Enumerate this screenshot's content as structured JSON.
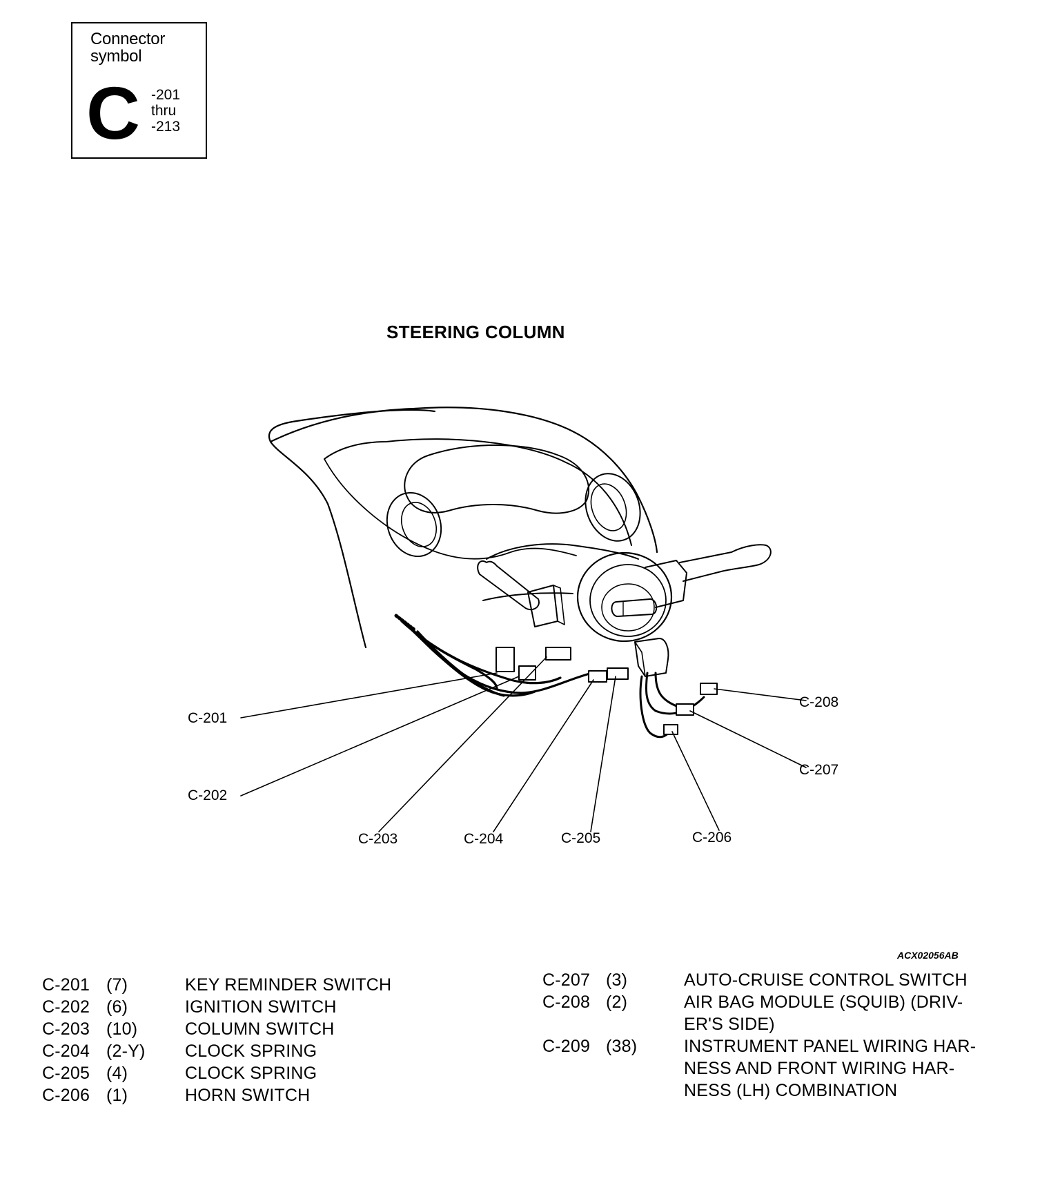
{
  "symbol": {
    "caption_line1": "Connector",
    "caption_line2": "symbol",
    "letter": "C",
    "range_line1": "-201",
    "range_line2": "thru",
    "range_line3": "-213"
  },
  "title": "STEERING COLUMN",
  "callouts": {
    "c201": "C-201",
    "c202": "C-202",
    "c203": "C-203",
    "c204": "C-204",
    "c205": "C-205",
    "c206": "C-206",
    "c207": "C-207",
    "c208": "C-208"
  },
  "figure_code": "ACX02056AB",
  "legend_left": [
    {
      "id": "C-201",
      "pins": "(7)",
      "desc": "KEY REMINDER SWITCH"
    },
    {
      "id": "C-202",
      "pins": "(6)",
      "desc": "IGNITION SWITCH"
    },
    {
      "id": "C-203",
      "pins": "(10)",
      "desc": "COLUMN SWITCH"
    },
    {
      "id": "C-204",
      "pins": "(2-Y)",
      "desc": "CLOCK SPRING"
    },
    {
      "id": "C-205",
      "pins": "(4)",
      "desc": "CLOCK SPRING"
    },
    {
      "id": "C-206",
      "pins": "(1)",
      "desc": "HORN SWITCH"
    }
  ],
  "legend_right": [
    {
      "id": "C-207",
      "pins": "(3)",
      "desc_lines": [
        "AUTO-CRUISE CONTROL SWITCH"
      ]
    },
    {
      "id": "C-208",
      "pins": "(2)",
      "desc_lines": [
        "AIR BAG MODULE (SQUIB) (DRIV-",
        "ER'S SIDE)"
      ]
    },
    {
      "id": "C-209",
      "pins": "(38)",
      "desc_lines": [
        "INSTRUMENT PANEL WIRING HAR-",
        "NESS AND FRONT WIRING HAR-",
        "NESS (LH) COMBINATION"
      ]
    }
  ]
}
